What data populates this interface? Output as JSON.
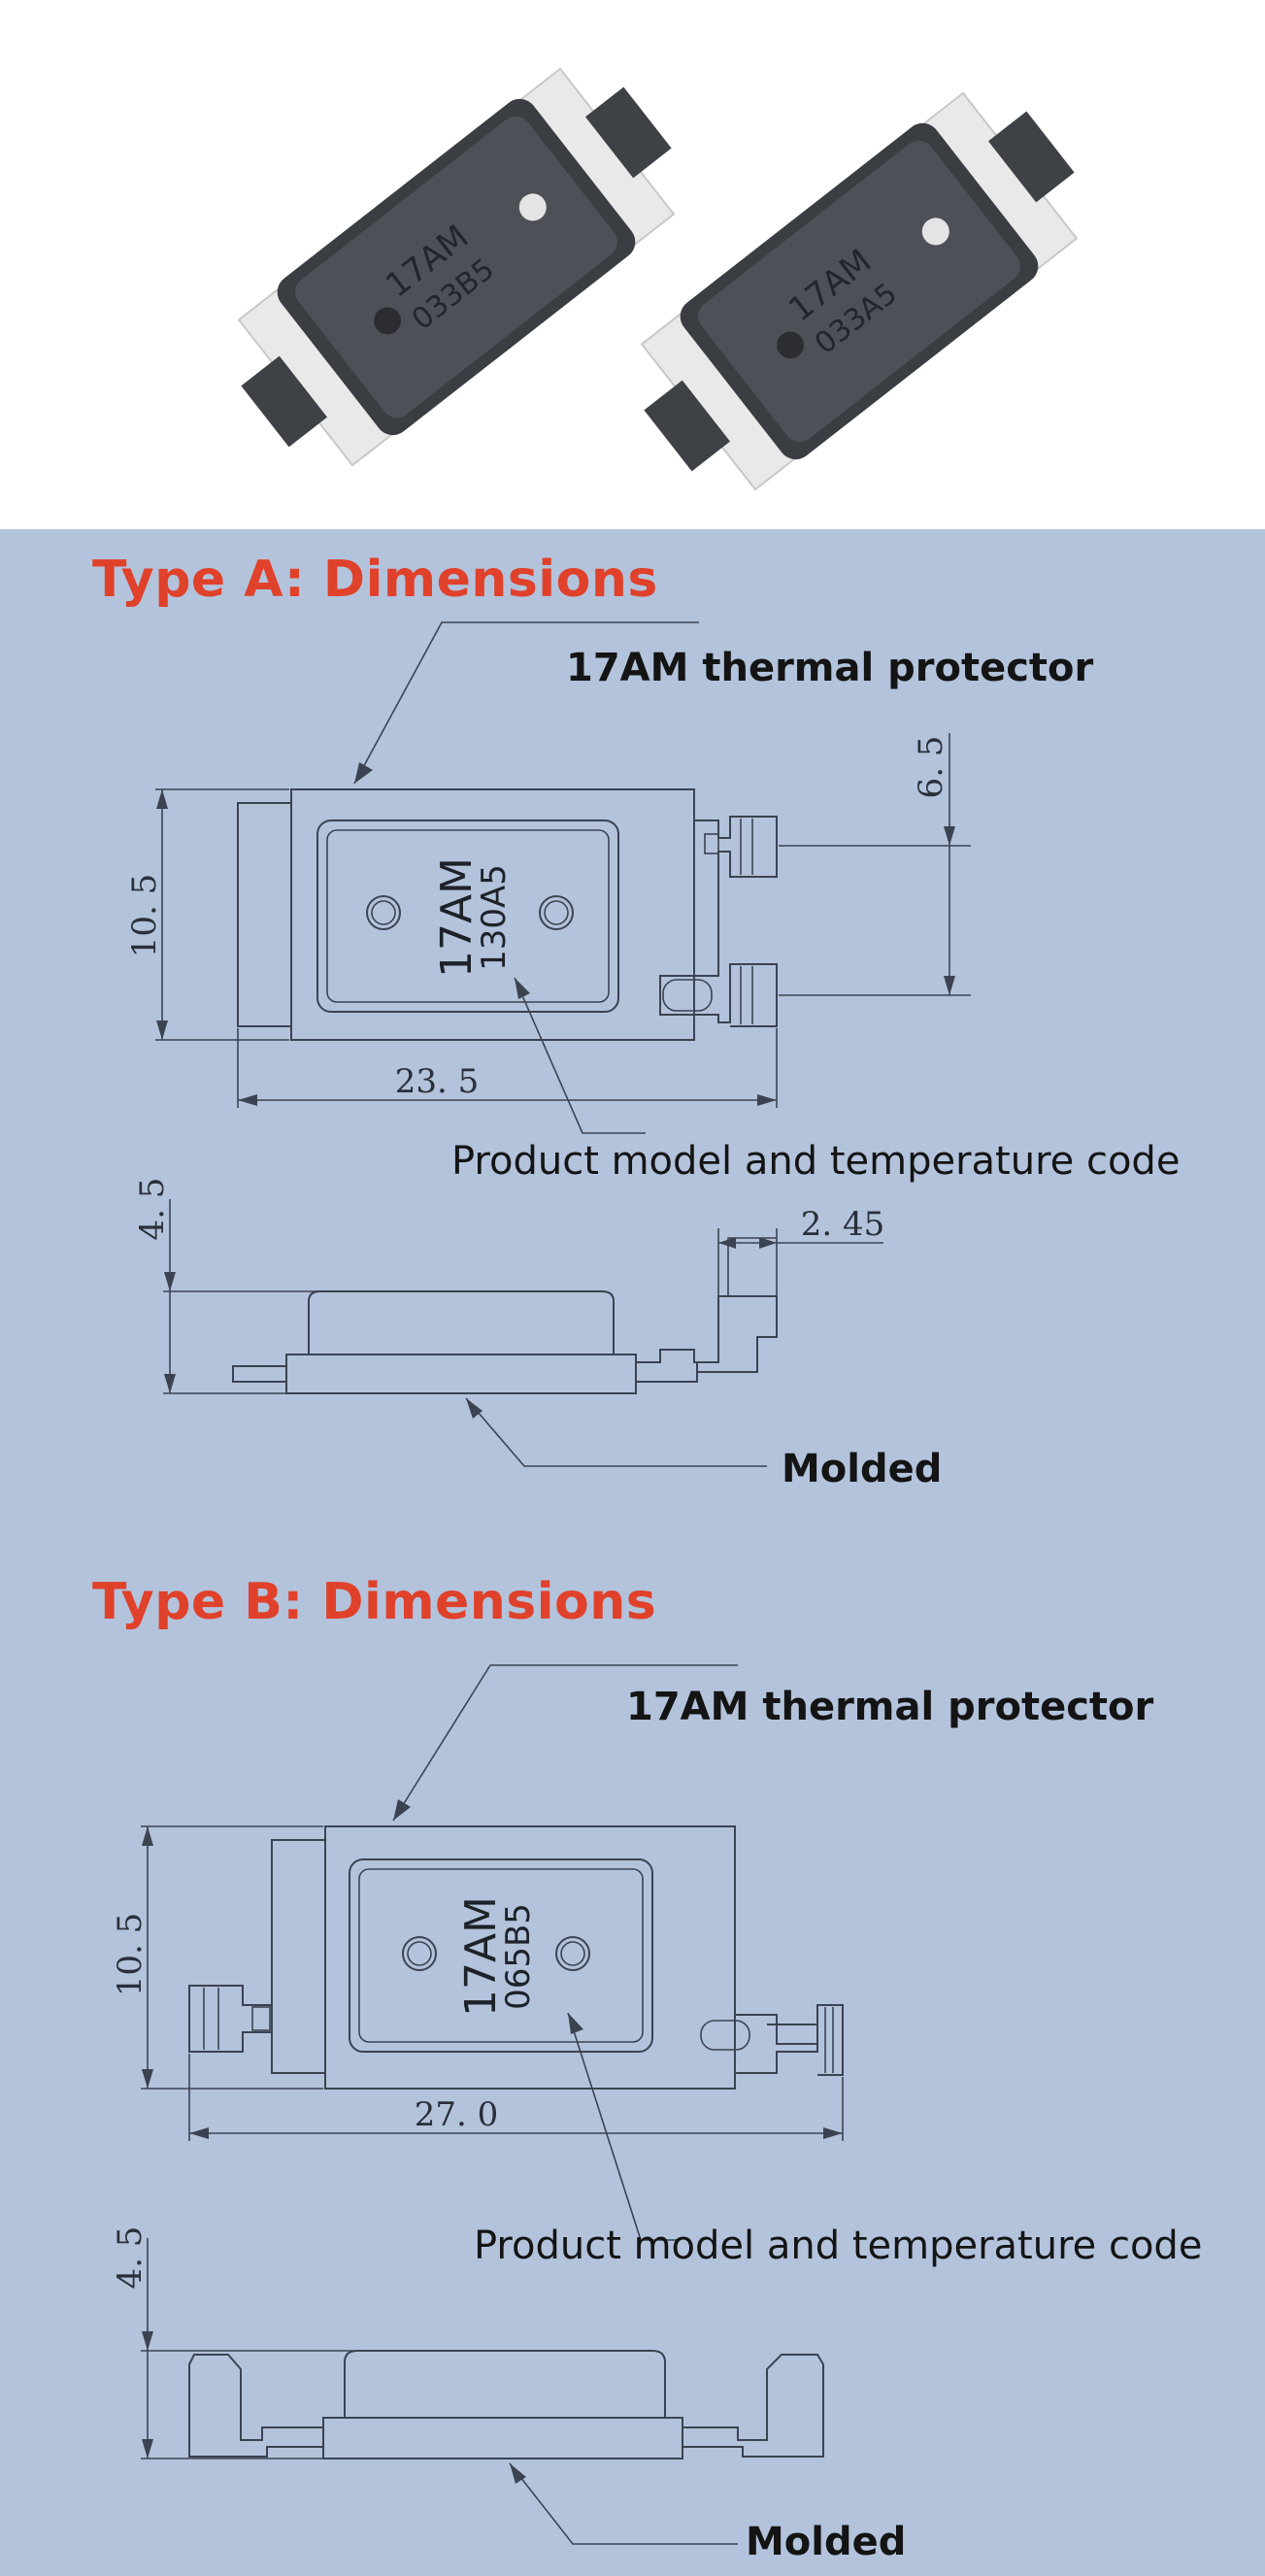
{
  "colors": {
    "panel_background": "#b3c3dc",
    "heading_red": "#e0412a",
    "body_text": "#141414",
    "line_art": "#3c4350",
    "component_body": "#46494d",
    "component_base": "#e8e8e8"
  },
  "photo": {
    "left_part_marking": [
      "17AM",
      "033B5"
    ],
    "right_part_marking": [
      "17AM",
      "033A5"
    ]
  },
  "type_a": {
    "heading": "Type A: Dimensions",
    "protector_label": "17AM thermal protector",
    "code_label": "Product model and temperature code",
    "molded_label": "Molded",
    "part_marking": [
      "17AM",
      "130A5"
    ],
    "dim_height": "10. 5",
    "dim_length": "23. 5",
    "dim_pitch": "6. 5",
    "dim_thickness": "4. 5",
    "dim_tab": "2. 45"
  },
  "type_b": {
    "heading": "Type B: Dimensions",
    "protector_label": "17AM thermal protector",
    "code_label": "Product model and temperature code",
    "molded_label": "Molded",
    "part_marking": [
      "17AM",
      "065B5"
    ],
    "dim_height": "10. 5",
    "dim_length": "27. 0",
    "dim_thickness": "4. 5"
  }
}
